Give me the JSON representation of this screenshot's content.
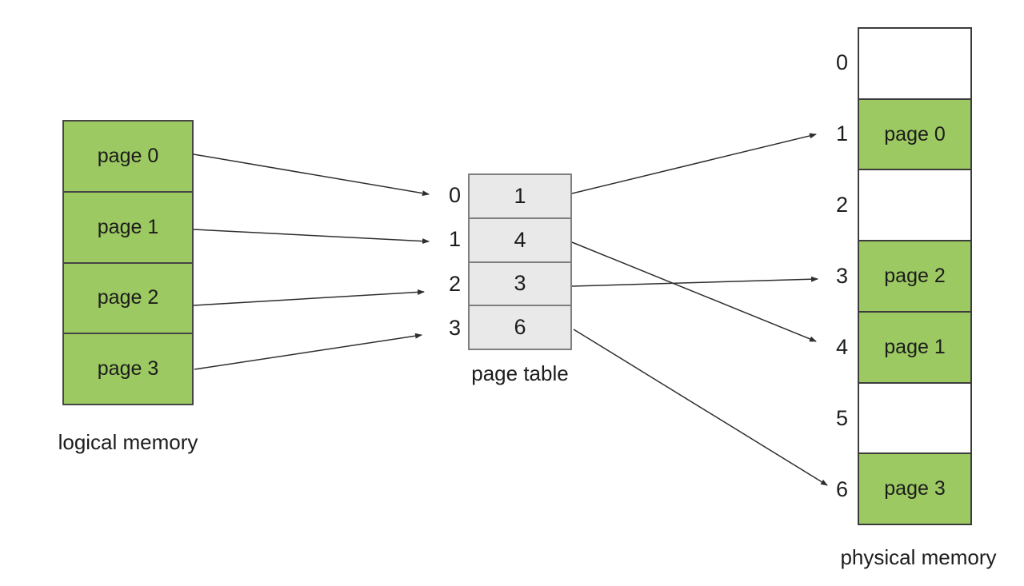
{
  "logical_memory": {
    "caption": "logical memory",
    "pages": [
      "page 0",
      "page 1",
      "page 2",
      "page 3"
    ]
  },
  "page_table": {
    "caption": "page table",
    "entries": [
      {
        "index": "0",
        "value": "1"
      },
      {
        "index": "1",
        "value": "4"
      },
      {
        "index": "2",
        "value": "3"
      },
      {
        "index": "3",
        "value": "6"
      }
    ]
  },
  "physical_memory": {
    "caption": "physical memory",
    "frames": [
      {
        "index": "0",
        "content": ""
      },
      {
        "index": "1",
        "content": "page 0"
      },
      {
        "index": "2",
        "content": ""
      },
      {
        "index": "3",
        "content": "page 2"
      },
      {
        "index": "4",
        "content": "page 1"
      },
      {
        "index": "5",
        "content": ""
      },
      {
        "index": "6",
        "content": "page 3"
      }
    ]
  },
  "arrows": {
    "logical_to_table": [
      {
        "from": "page 0",
        "to_index": "0"
      },
      {
        "from": "page 1",
        "to_index": "1"
      },
      {
        "from": "page 2",
        "to_index": "2"
      },
      {
        "from": "page 3",
        "to_index": "3"
      }
    ],
    "table_to_physical": [
      {
        "from_entry": "0",
        "to_frame": "1"
      },
      {
        "from_entry": "1",
        "to_frame": "4"
      },
      {
        "from_entry": "2",
        "to_frame": "3"
      },
      {
        "from_entry": "3",
        "to_frame": "6"
      }
    ]
  },
  "colors": {
    "page_fill": "#9cc961",
    "page_border": "#454545",
    "table_fill": "#e9e9e9",
    "table_border": "#7f7f7f",
    "arrow": "#2e2e2e",
    "background": "#ffffff"
  }
}
